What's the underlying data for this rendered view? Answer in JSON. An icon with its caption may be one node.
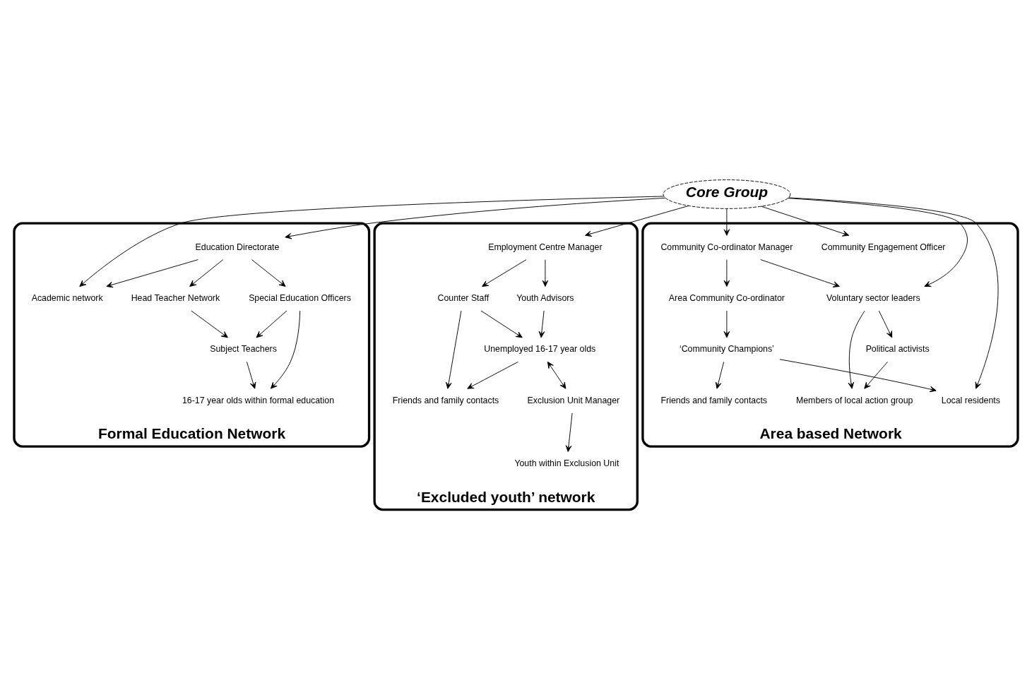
{
  "diagram": {
    "nodes": [
      {
        "text": [
          "Formal Education Network"
        ]
      },
      {
        "text": [
          "‘Excluded youth’ network"
        ]
      },
      {
        "text": [
          "Area based Network"
        ]
      },
      {
        "text": [
          "16-17 year olds within formal education"
        ],
        "in": 0
      },
      {
        "text": [
          "Special Education Officers"
        ],
        "in": 0
      },
      {
        "text": [
          "Academic network"
        ],
        "in": 0
      },
      {
        "text": [
          "Subject Teachers"
        ],
        "in": 0
      },
      {
        "text": [
          "Education Directorate"
        ],
        "in": 0
      },
      {
        "text": [
          "Head Teacher Network"
        ],
        "in": 0
      },
      {
        "text": [
          "Core Group"
        ]
      },
      {
        "text": [
          "Friends and family contacts"
        ],
        "in": 1
      },
      {
        "text": [
          "Counter Staff"
        ],
        "in": 1
      },
      {
        "text": [
          "Unemployed 16-17 year olds"
        ],
        "in": 1
      },
      {
        "text": [
          "Employment Centre Manager"
        ],
        "in": 1
      },
      {
        "text": [
          "Exclusion Unit Manager"
        ],
        "in": 1
      },
      {
        "text": [
          "Youth Advisors"
        ],
        "in": 1
      },
      {
        "text": [
          "Youth within Exclusion Unit"
        ],
        "in": 1
      },
      {
        "text": [
          "Community Engagement Officer"
        ],
        "in": 2
      },
      {
        "text": [
          "Community Co-ordinator Manager"
        ],
        "in": 2
      },
      {
        "text": [
          "Voluntary sector leaders"
        ],
        "in": 2
      },
      {
        "text": [
          "Area Community Co-ordinator"
        ],
        "in": 2
      },
      {
        "text": [
          "Local residents"
        ],
        "in": 2
      },
      {
        "text": [
          "‘Community Champions’"
        ],
        "in": 2
      },
      {
        "text": [
          "Political activists"
        ],
        "in": 2
      },
      {
        "text": [
          "Members of local action group"
        ],
        "in": 2
      },
      {
        "text": [
          "Friends and family contacts"
        ],
        "in": 2
      }
    ],
    "edges": [
      {
        "from": 4,
        "to": 3,
        "arrow": "to"
      },
      {
        "from": 4,
        "to": 6,
        "arrow": "to"
      },
      {
        "from": 6,
        "to": 3,
        "arrow": "to"
      },
      {
        "from": 8,
        "to": 6,
        "arrow": "to"
      },
      {
        "from": 7,
        "to": 8,
        "arrow": "to"
      },
      {
        "from": 7,
        "to": 4,
        "arrow": "to"
      },
      {
        "from": 7,
        "to": 5,
        "arrow": "to"
      },
      {
        "from": 9,
        "to": 5,
        "arrow": "to"
      },
      {
        "from": 9,
        "to": 7,
        "arrow": "to"
      },
      {
        "from": 9,
        "to": 13,
        "arrow": "to"
      },
      {
        "from": 13,
        "to": 11,
        "arrow": "to"
      },
      {
        "from": 11,
        "to": 10,
        "arrow": "to"
      },
      {
        "from": 11,
        "to": 12,
        "arrow": "to"
      },
      {
        "from": 12,
        "to": 10,
        "arrow": "to"
      },
      {
        "from": 13,
        "to": 15,
        "arrow": "to"
      },
      {
        "from": 15,
        "to": 12,
        "arrow": "to"
      },
      {
        "from": 12,
        "to": 14,
        "arrow": "both"
      },
      {
        "from": 14,
        "to": 16,
        "arrow": "to"
      },
      {
        "from": 9,
        "to": 17,
        "arrow": "to"
      },
      {
        "from": 9,
        "to": 18,
        "arrow": "to"
      },
      {
        "from": 9,
        "to": 21,
        "arrow": "to"
      },
      {
        "from": 9,
        "to": 19,
        "arrow": "to"
      },
      {
        "from": 18,
        "to": 20,
        "arrow": "to"
      },
      {
        "from": 18,
        "to": 19,
        "arrow": "to"
      },
      {
        "from": 20,
        "to": 22,
        "arrow": "to"
      },
      {
        "from": 22,
        "to": 21,
        "arrow": "to"
      },
      {
        "from": 22,
        "to": 25,
        "arrow": "to"
      },
      {
        "from": 19,
        "to": 23,
        "arrow": "to"
      },
      {
        "from": 19,
        "to": 24,
        "arrow": "to"
      },
      {
        "from": 23,
        "to": 24,
        "arrow": "to"
      }
    ]
  }
}
